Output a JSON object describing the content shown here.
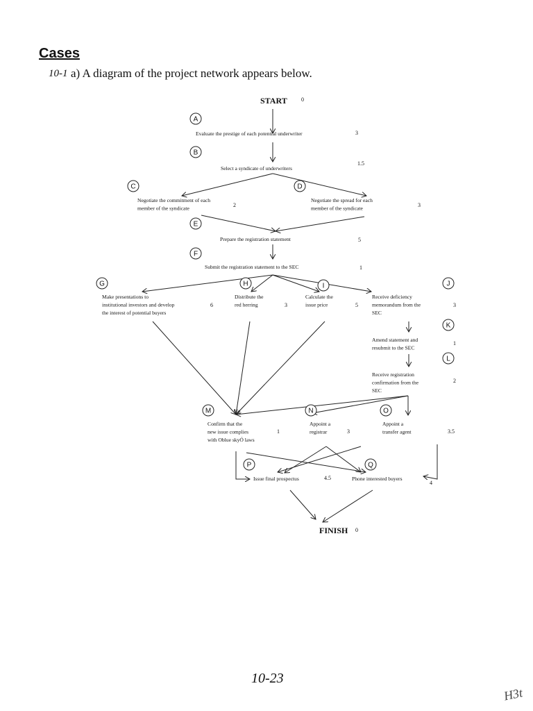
{
  "header": {
    "cases": "Cases",
    "problem_number": "10-1",
    "intro": "a)  A diagram of the project network appears below."
  },
  "diagram": {
    "start": {
      "label": "START",
      "duration": "0"
    },
    "finish": {
      "label": "FINISH",
      "duration": "0"
    },
    "activities": [
      {
        "id": "A",
        "desc": [
          "Evaluate the prestige of each potential underwriter"
        ],
        "duration": "3"
      },
      {
        "id": "B",
        "desc": [
          "Select a syndicate of underwriters"
        ],
        "duration": "1.5"
      },
      {
        "id": "C",
        "desc": [
          "Negotiate the commitment of each",
          "member of the syndicate"
        ],
        "duration": "2"
      },
      {
        "id": "D",
        "desc": [
          "Negotiate the spread for each",
          "member of the syndicate"
        ],
        "duration": "3"
      },
      {
        "id": "E",
        "desc": [
          "Prepare the registration statement"
        ],
        "duration": "5"
      },
      {
        "id": "F",
        "desc": [
          "Submit the registration statement to the SEC"
        ],
        "duration": "1"
      },
      {
        "id": "G",
        "desc": [
          "Make presentations to",
          "institutional investors and develop",
          "the interest of potential buyers"
        ],
        "duration": "6"
      },
      {
        "id": "H",
        "desc": [
          "Distribute the",
          "red herring"
        ],
        "duration": "3"
      },
      {
        "id": "I",
        "desc": [
          "Calculate the",
          "issue price"
        ],
        "duration": "5"
      },
      {
        "id": "J",
        "desc": [
          "Receive deficiency",
          "memorandum from the",
          "SEC"
        ],
        "duration": "3"
      },
      {
        "id": "K",
        "desc": [
          "Amend statement and",
          "resubmit to the SEC"
        ],
        "duration": "1"
      },
      {
        "id": "L",
        "desc": [
          "Receive registration",
          "confirmation from the",
          "SEC"
        ],
        "duration": "2"
      },
      {
        "id": "M",
        "desc": [
          "Confirm that the",
          "new issue complies",
          "with Oblue skyÓ laws"
        ],
        "duration": "1"
      },
      {
        "id": "N",
        "desc": [
          "Appoint a",
          "registrar"
        ],
        "duration": "3"
      },
      {
        "id": "O",
        "desc": [
          "Appoint a",
          "transfer agent"
        ],
        "duration": "3.5"
      },
      {
        "id": "P",
        "desc": [
          "Issue final prospectus"
        ],
        "duration": "4.5"
      },
      {
        "id": "Q",
        "desc": [
          "Phone interested buyers"
        ],
        "duration": "4"
      }
    ],
    "edges": [
      [
        "START",
        "A"
      ],
      [
        "A",
        "B"
      ],
      [
        "B",
        "C"
      ],
      [
        "B",
        "D"
      ],
      [
        "C",
        "E"
      ],
      [
        "D",
        "E"
      ],
      [
        "E",
        "F"
      ],
      [
        "F",
        "G"
      ],
      [
        "F",
        "H"
      ],
      [
        "F",
        "I"
      ],
      [
        "F",
        "J"
      ],
      [
        "J",
        "K"
      ],
      [
        "K",
        "L"
      ],
      [
        "G",
        "M"
      ],
      [
        "H",
        "M"
      ],
      [
        "I",
        "M"
      ],
      [
        "L",
        "M"
      ],
      [
        "L",
        "N"
      ],
      [
        "L",
        "O"
      ],
      [
        "M",
        "P"
      ],
      [
        "M",
        "Q"
      ],
      [
        "N",
        "P"
      ],
      [
        "N",
        "Q"
      ],
      [
        "O",
        "P"
      ],
      [
        "O",
        "Q"
      ],
      [
        "P",
        "FINISH"
      ],
      [
        "Q",
        "FINISH"
      ]
    ]
  },
  "footer": {
    "page_number": "10-23",
    "handwriting": "H3t"
  }
}
